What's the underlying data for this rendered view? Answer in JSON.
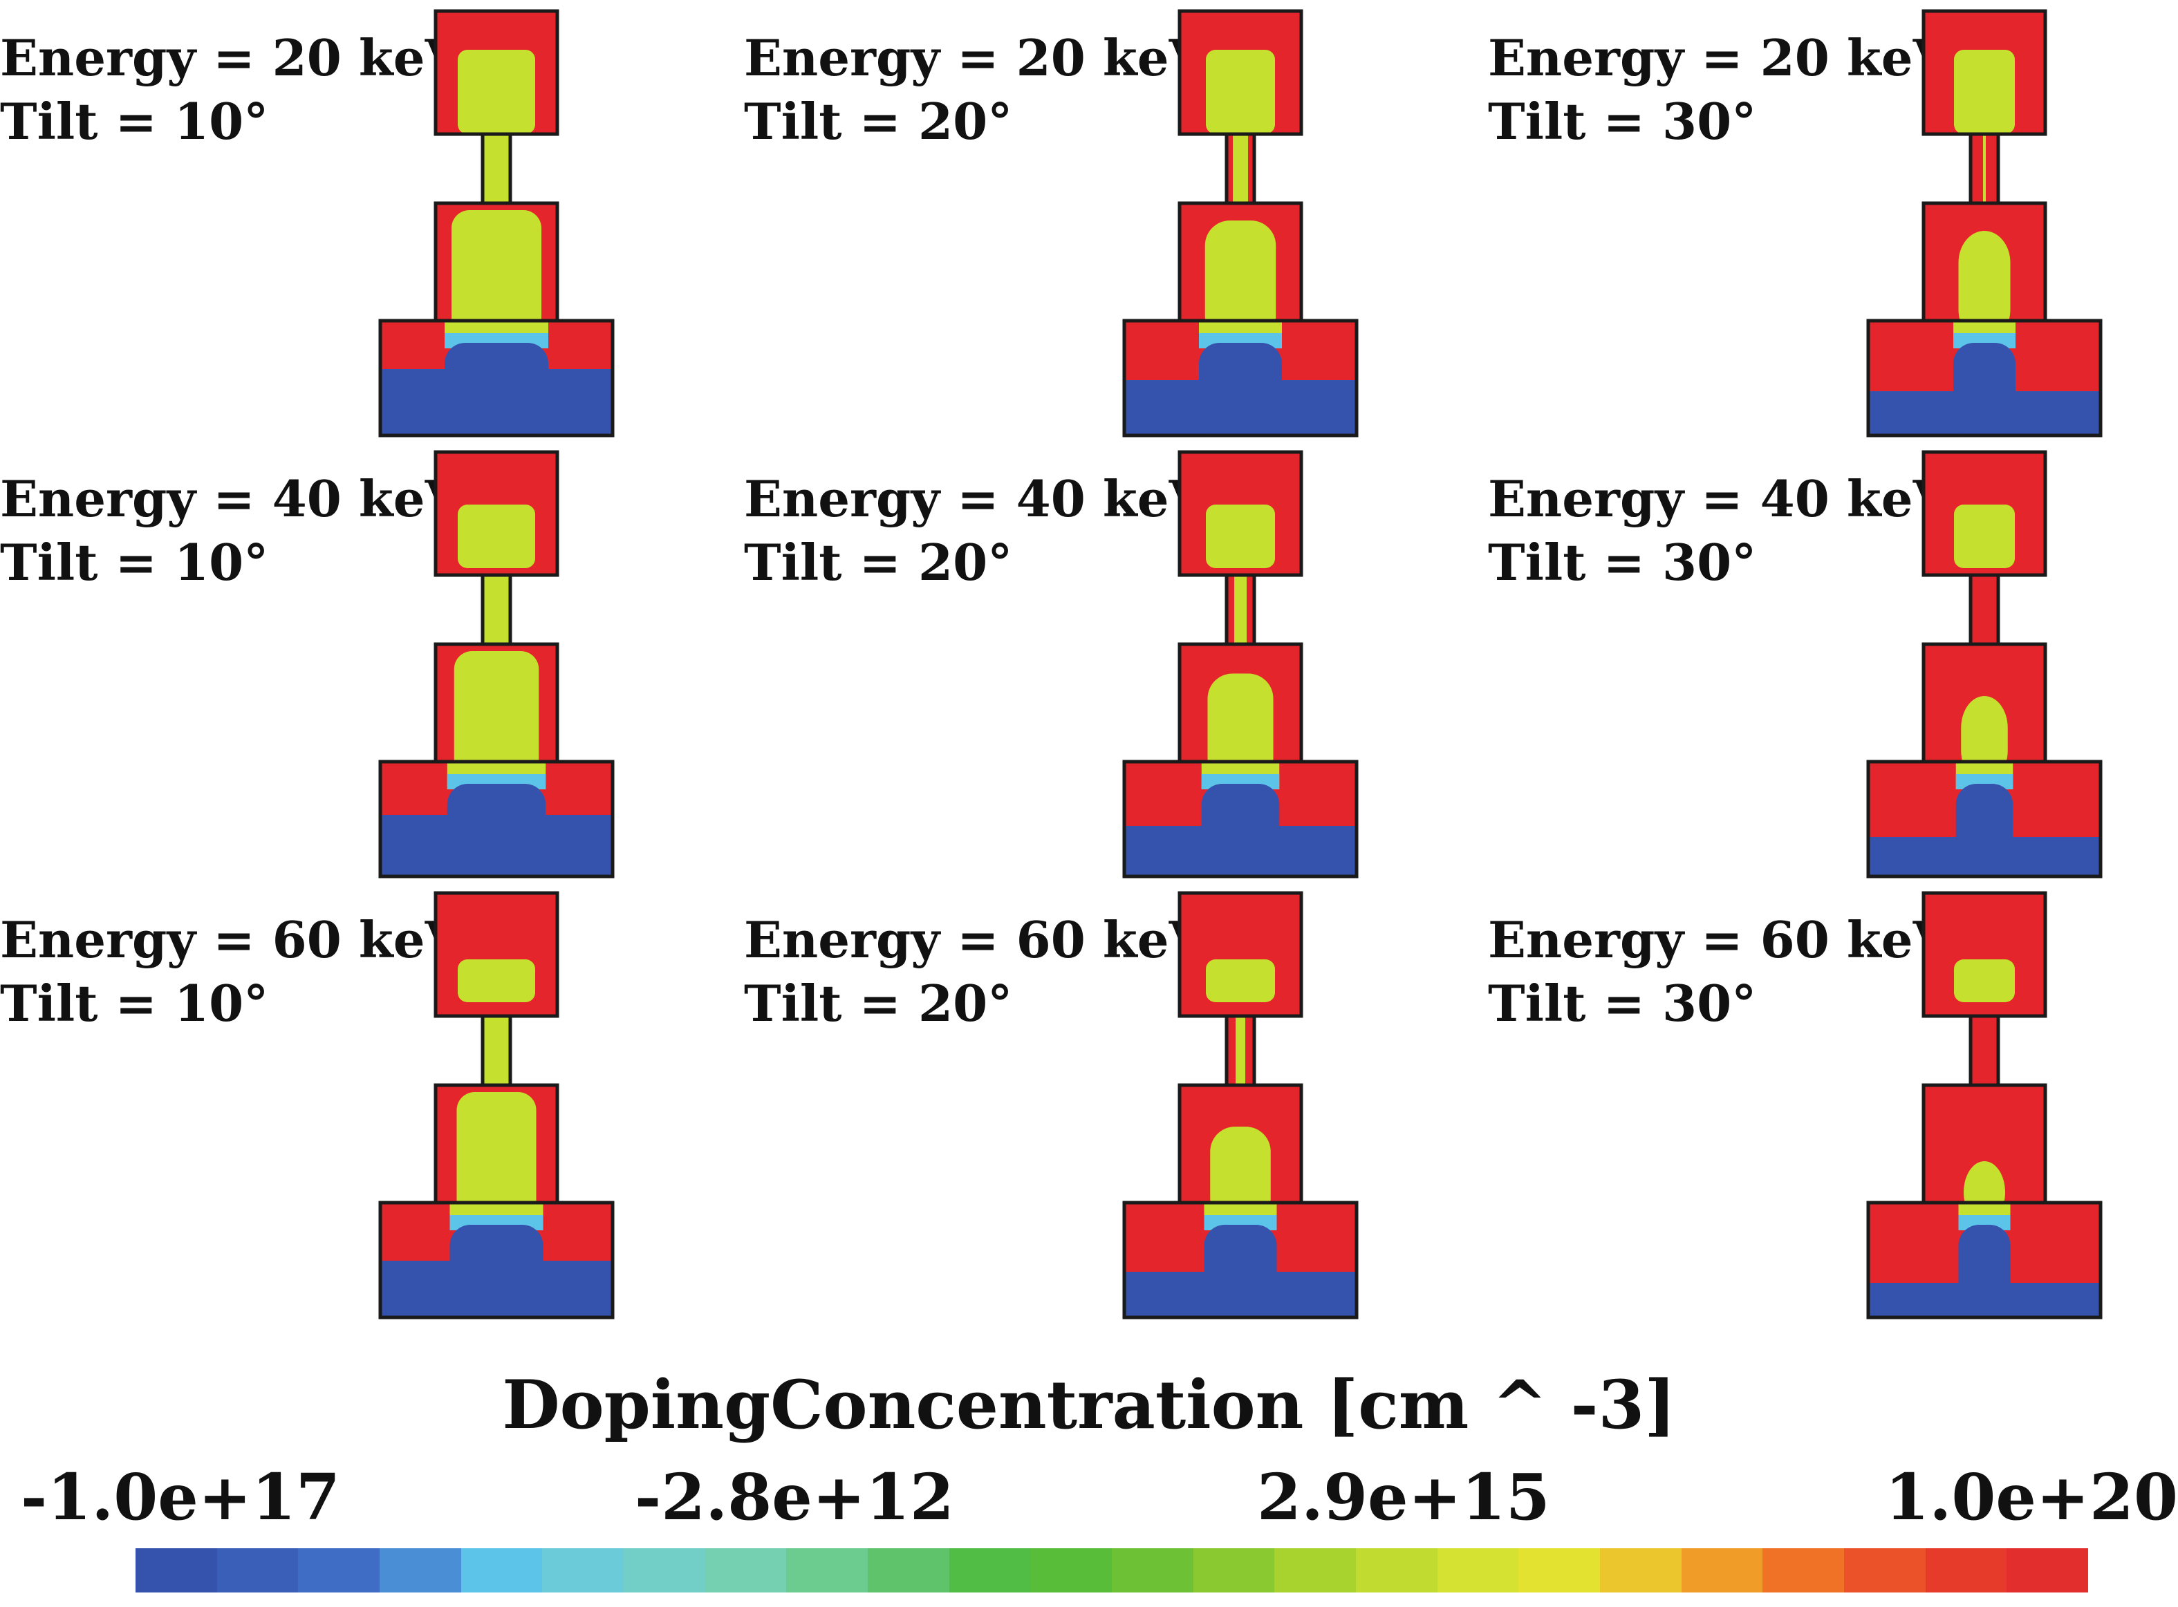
{
  "panels": [
    {
      "energy_label": "Energy = 20 keV",
      "tilt_label": "Tilt = 10°",
      "energy_keV": 20,
      "tilt_deg": 10
    },
    {
      "energy_label": "Energy = 20 keV",
      "tilt_label": "Tilt = 20°",
      "energy_keV": 20,
      "tilt_deg": 20
    },
    {
      "energy_label": "Energy = 20 keV",
      "tilt_label": "Tilt = 30°",
      "energy_keV": 20,
      "tilt_deg": 30
    },
    {
      "energy_label": "Energy = 40 keV",
      "tilt_label": "Tilt = 10°",
      "energy_keV": 40,
      "tilt_deg": 10
    },
    {
      "energy_label": "Energy = 40 keV",
      "tilt_label": "Tilt = 20°",
      "energy_keV": 40,
      "tilt_deg": 20
    },
    {
      "energy_label": "Energy = 40 keV",
      "tilt_label": "Tilt = 30°",
      "energy_keV": 40,
      "tilt_deg": 30
    },
    {
      "energy_label": "Energy = 60 keV",
      "tilt_label": "Tilt = 10°",
      "energy_keV": 60,
      "tilt_deg": 10
    },
    {
      "energy_label": "Energy = 60 keV",
      "tilt_label": "Tilt = 20°",
      "energy_keV": 60,
      "tilt_deg": 20
    },
    {
      "energy_label": "Energy = 60 keV",
      "tilt_label": "Tilt = 30°",
      "energy_keV": 60,
      "tilt_deg": 30
    }
  ],
  "legend": {
    "title": "DopingConcentration [cm ^ -3]",
    "ticks": [
      "-1.0e+17",
      "-2.8e+12",
      "2.9e+15",
      "1.0e+20"
    ],
    "colors": [
      "#3553ad",
      "#3a5fb8",
      "#3f6cc4",
      "#4a8fd6",
      "#5cc4e8",
      "#6ccbd8",
      "#72cfc8",
      "#74d0b0",
      "#6ccc90",
      "#5ec36a",
      "#52bd45",
      "#58be3a",
      "#6cc234",
      "#8bc931",
      "#a8d22e",
      "#c2db30",
      "#d6e232",
      "#e4e230",
      "#ebc62c",
      "#ef9c28",
      "#ef7226",
      "#ec5229",
      "#e63a2a",
      "#e22e2c"
    ]
  },
  "colors": {
    "p_region_blue": "#3553ad",
    "low_doping_green": "#c6e02f",
    "high_doping_red": "#e4262c",
    "transition_cyan": "#5cc4e8"
  }
}
